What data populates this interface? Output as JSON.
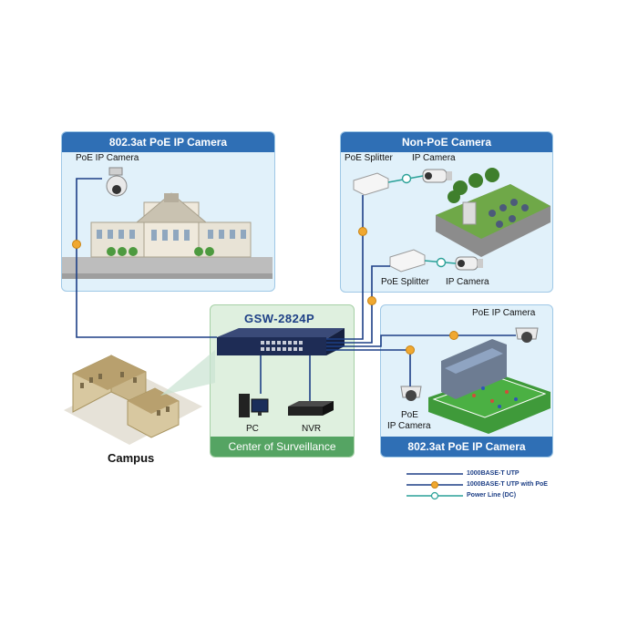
{
  "panels": {
    "top_left_title": "802.3at PoE IP Camera",
    "top_right_title": "Non-PoE Camera",
    "bottom_right_title": "802.3at PoE IP Camera",
    "center_footer": "Center of Surveillance"
  },
  "labels": {
    "poe_ip_camera_top_left": "PoE IP Camera",
    "poe_splitter_1": "PoE Splitter",
    "ip_camera_1": "IP Camera",
    "poe_splitter_2": "PoE Splitter",
    "ip_camera_2": "IP Camera",
    "poe_ip_camera_right": "PoE IP Camera",
    "poe_ip_camera_bottom_line1": "PoE",
    "poe_ip_camera_bottom_line2": "IP Camera",
    "switch_model": "GSW-2824P",
    "pc": "PC",
    "nvr": "NVR",
    "campus": "Campus"
  },
  "legend": [
    {
      "text": "1000BASE-T UTP",
      "color": "#1d3f86",
      "marker": "none"
    },
    {
      "text": "1000BASE-T UTP with PoE",
      "color": "#1d3f86",
      "marker": "PoE"
    },
    {
      "text": "Power Line (DC)",
      "color": "#2aa198",
      "marker": "DC"
    }
  ],
  "colors": {
    "utp": "#1d3f86",
    "poe_marker": "#f0a830",
    "dc_line": "#2aa198",
    "panel_header": "#2f6fb5",
    "center_footer": "#55a463"
  },
  "icons": [
    "ptz-camera-icon",
    "building-icon",
    "poe-splitter-icon",
    "bullet-camera-icon",
    "dome-camera-icon",
    "switch-icon",
    "pc-icon",
    "nvr-icon",
    "campus-building-icon",
    "stadium-icon",
    "parking-icon"
  ]
}
